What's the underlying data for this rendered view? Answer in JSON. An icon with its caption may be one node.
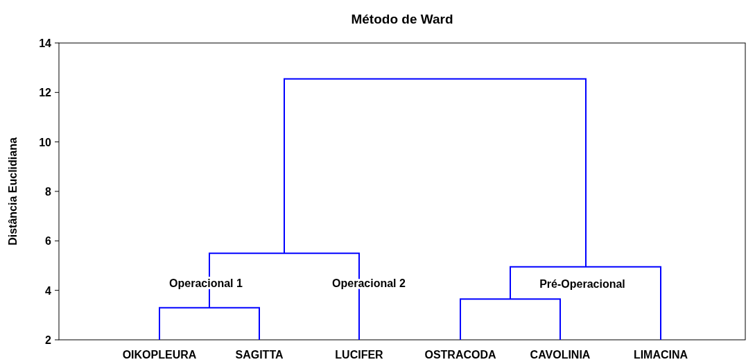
{
  "diagram": {
    "title": "Método de Ward",
    "labels": [
      "14",
      "12",
      "10",
      "8",
      "6",
      "4",
      "2",
      "Distância Euclidiana",
      "Operacional 1",
      "Operacional 2",
      "Pré-Operacional",
      "OIKOPLEURA",
      "SAGITTA",
      "LUCIFER",
      "OSTRACODA",
      "CAVOLINIA",
      "LIMACINA"
    ]
  }
}
